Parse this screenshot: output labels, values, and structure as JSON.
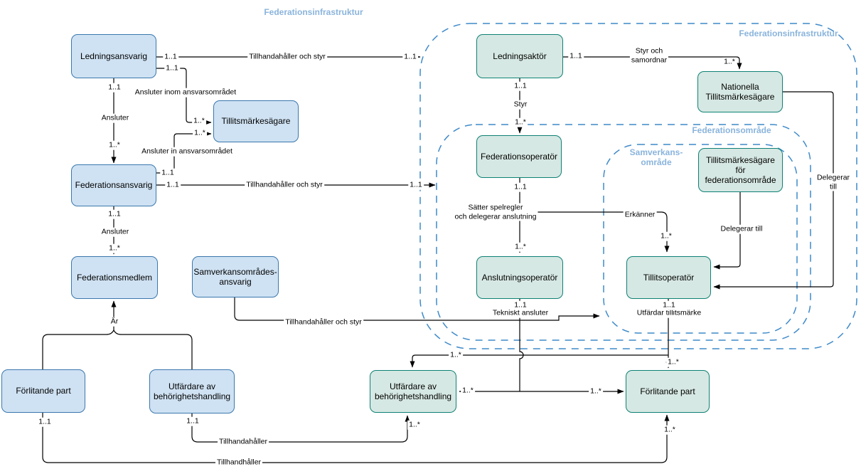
{
  "colors": {
    "blue_fill": "#cfe2f3",
    "blue_stroke": "#3a77ad",
    "green_fill": "#d6e8e3",
    "green_stroke": "#0e8175",
    "dashed_stroke": "#3f8ac9",
    "container_label": "#8ab4dc"
  },
  "outside_container_label": "Federationsinfrastruktur",
  "containers": {
    "federationsinfrastruktur": {
      "label": "Federationsinfrastruktur"
    },
    "federationsomrade": {
      "label": "Federationsområde"
    },
    "samverkansomrade": {
      "label": "Samverkans-\nområde"
    }
  },
  "nodes": {
    "ledningsansvarig": {
      "label": "Ledningsansvarig"
    },
    "tillitsmarkesagare": {
      "label": "Tillitsmärkesägare"
    },
    "federationsansvarig": {
      "label": "Federationsansvarig"
    },
    "federationsmedlem": {
      "label": "Federationsmedlem"
    },
    "samverkansomradesansvarig": {
      "label": "Samverkansområdes-\nansvarig"
    },
    "forlitande_part_vanster": {
      "label": "Förlitande part"
    },
    "utfardare_vanster": {
      "label": "Utfärdare av\nbehörighetshandling"
    },
    "ledningsaktor": {
      "label": "Ledningsaktör"
    },
    "nationella_tillitsmarkesagare": {
      "label": "Nationella\nTillitsmärkesägare"
    },
    "federationsoperator": {
      "label": "Federationsoperatör"
    },
    "tillitsmarkesagare_federationsomrade": {
      "label": "Tillitsmärkesägare\nför\nfederationsområde"
    },
    "anslutningsoperator": {
      "label": "Anslutningsoperatör"
    },
    "tillitsoperator": {
      "label": "Tillitsoperatör"
    },
    "utfardare_hoger": {
      "label": "Utfärdare av\nbehörighetshandling"
    },
    "forlitande_part_hoger": {
      "label": "Förlitande part"
    }
  },
  "multiplicity": {
    "one_to_one": "1..1",
    "one_to_many": "1..*"
  },
  "edge_labels": {
    "tillhandahaller_och_styr": "Tillhandahåller och styr",
    "ansluter_inom_ansvarsomradet": "Ansluter inom ansvarsområdet",
    "ansluter": "Ansluter",
    "ansluter_in_ansvarsomradet": "Ansluter in ansvarsområdet",
    "ar": "Är",
    "tillhandahaller": "Tillhandahåller",
    "tillhandhaller": "Tillhandhåller",
    "styr_och_samordnar": "Styr och\nsamordnar",
    "styr": "Styr",
    "satter_spelregler": "Sätter spelregler\noch delegerar anslutning",
    "erkanner": "Erkänner",
    "delegerar_till": "Delegerar till",
    "tekniskt_ansluter": "Tekniskt ansluter",
    "utfardar_tillitsmarke": "Utfärdar tillitsmärke"
  }
}
